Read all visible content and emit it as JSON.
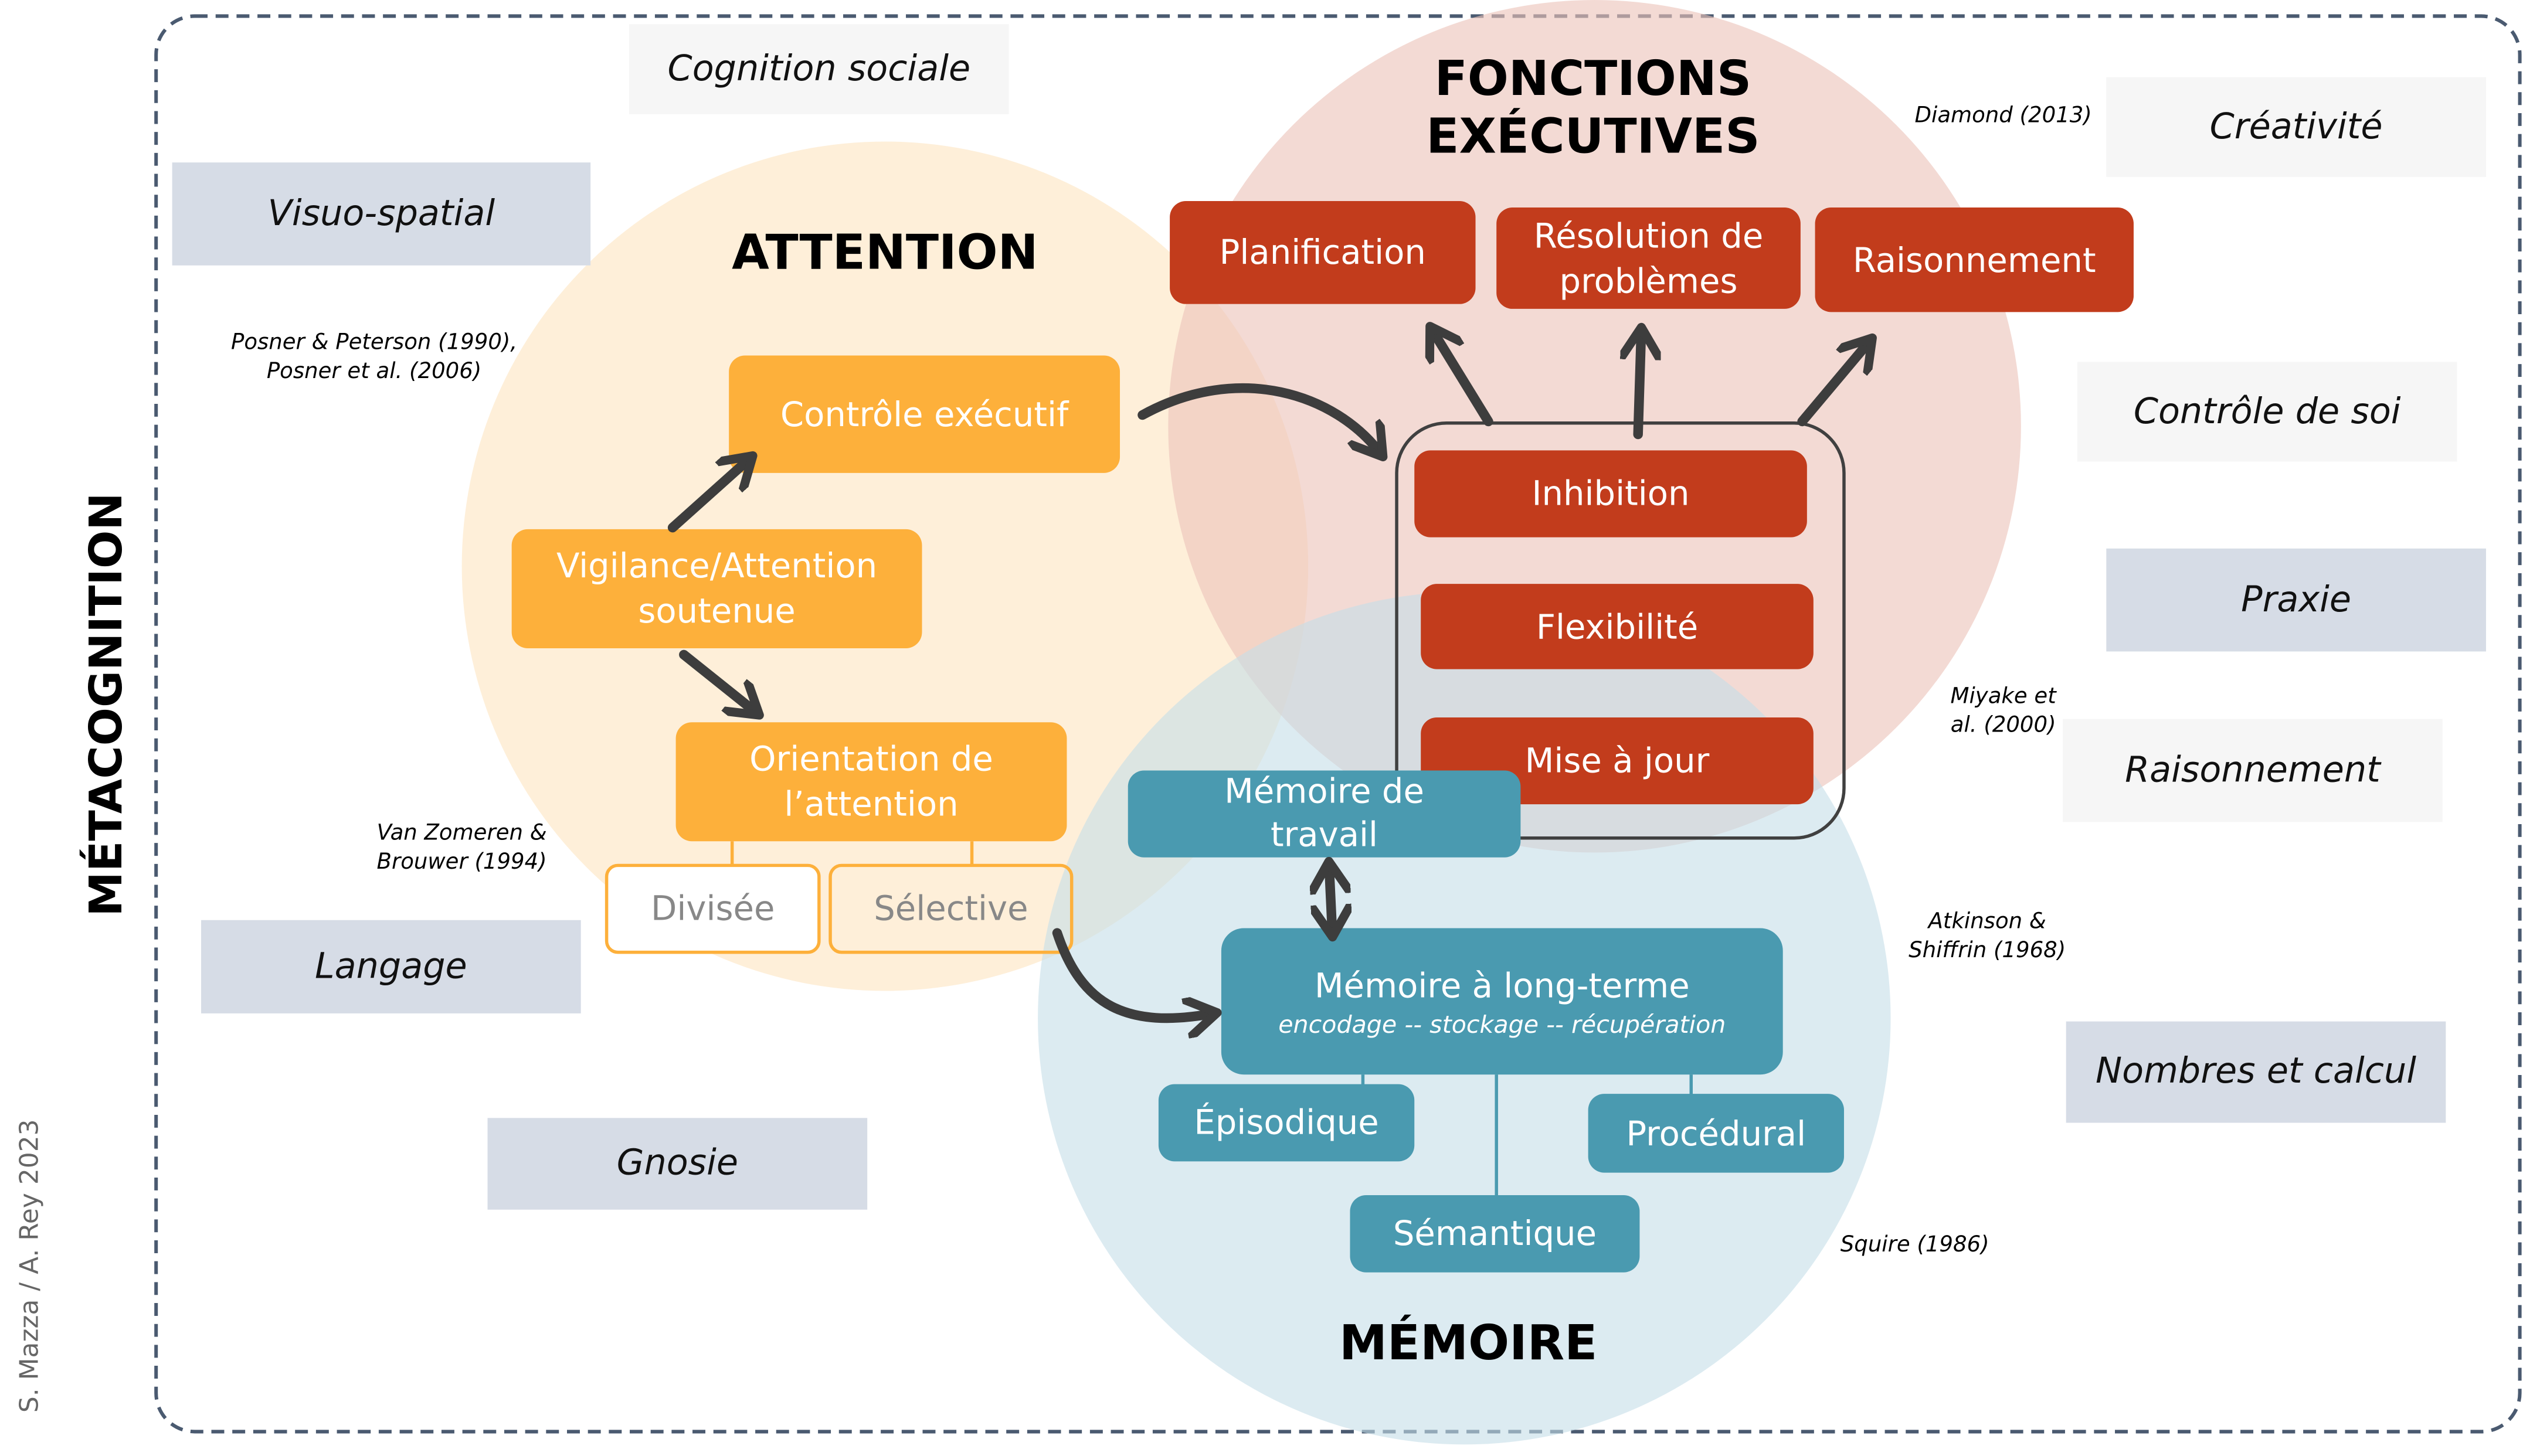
{
  "frame_label": "MÉTACOGNITION",
  "credit": "S. Mazza / A. Rey 2023",
  "domains": {
    "attention": {
      "title": "ATTENTION",
      "color": "#fdebd3"
    },
    "executive": {
      "title_line1": "FONCTIONS",
      "title_line2": "EXÉCUTIVES",
      "color": "#f2d6d0"
    },
    "memory": {
      "title": "MÉMOIRE",
      "color": "#dcebf0"
    }
  },
  "context_boxes": {
    "cognition_sociale": "Cognition sociale",
    "visuo_spatial": "Visuo-spatial",
    "creativite": "Créativité",
    "controle_de_soi": "Contrôle de soi",
    "praxie": "Praxie",
    "raisonnement": "Raisonnement",
    "langage": "Langage",
    "nombres_calcul": "Nombres et calcul",
    "gnosie": "Gnosie"
  },
  "references": {
    "posner_line1": "Posner & Peterson (1990),",
    "posner_line2": "Posner et al. (2006)",
    "vanzomeren_line1": "Van Zomeren &",
    "vanzomeren_line2": "Brouwer (1994)",
    "diamond": "Diamond (2013)",
    "miyake_line1": "Miyake et",
    "miyake_line2": "al. (2000)",
    "atkinson_line1": "Atkinson &",
    "atkinson_line2": "Shiffrin (1968)",
    "squire": "Squire (1986)"
  },
  "attention_nodes": {
    "controle_executif": "Contrôle exécutif",
    "vigilance_line1": "Vigilance/Attention",
    "vigilance_line2": "soutenue",
    "orientation_line1": "Orientation de",
    "orientation_line2": "l’attention",
    "divisee": "Divisée",
    "selective": "Sélective"
  },
  "executive_nodes": {
    "planification": "Planification",
    "resolution_line1": "Résolution de",
    "resolution_line2": "problèmes",
    "raisonnement": "Raisonnement",
    "inhibition": "Inhibition",
    "flexibilite": "Flexibilité",
    "mise_a_jour": "Mise à jour"
  },
  "memory_nodes": {
    "memoire_travail_line1": "Mémoire de",
    "memoire_travail_line2": "travail",
    "mlt": "Mémoire à long-terme",
    "mlt_sub": "encodage -- stockage -- récupération",
    "episodique": "Épisodique",
    "procedural": "Procédural",
    "semantique": "Sémantique"
  },
  "colors": {
    "orange": "#fdb03b",
    "red": "#c23c1c",
    "teal": "#4a9ab0",
    "arrow": "#3d3d3d",
    "frame": "#4a5a70"
  }
}
